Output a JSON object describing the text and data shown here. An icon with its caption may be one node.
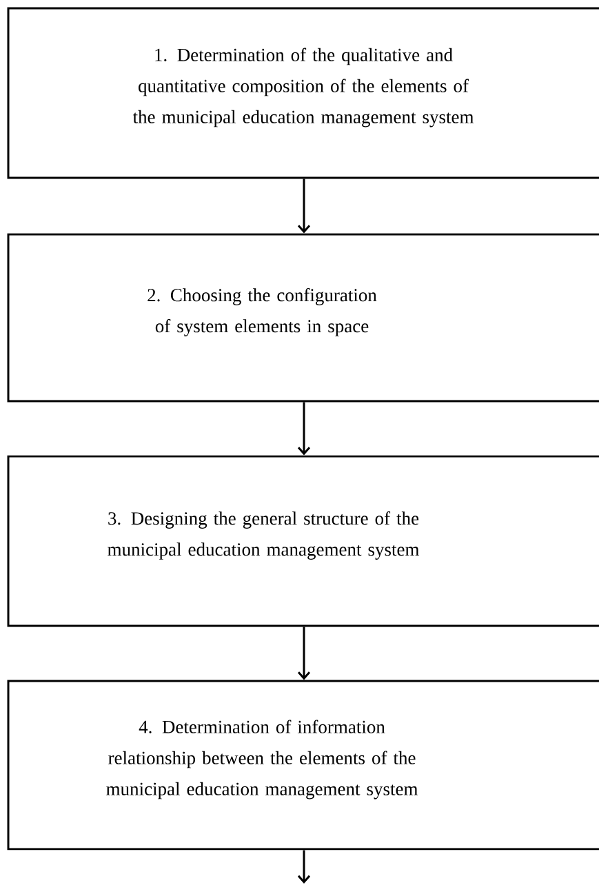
{
  "diagram": {
    "nodes": [
      {
        "text": [
          "1. Determination of the qualitative and quantitative composition of the elements of the municipal education management system"
        ]
      },
      {
        "text": [
          "2. Choosing the configuration of system elements in space"
        ]
      },
      {
        "text": [
          "3. Designing the general structure of the municipal education management system"
        ]
      },
      {
        "text": [
          "4. Determination of information relationship between the elements of the municipal education management system"
        ]
      }
    ],
    "edges": [
      {
        "from": 0,
        "to": 1,
        "arrow": "to"
      },
      {
        "from": 1,
        "to": 2,
        "arrow": "to"
      },
      {
        "from": 2,
        "to": 3,
        "arrow": "to"
      },
      {
        "from": 3,
        "to": null,
        "arrow": "to"
      }
    ]
  }
}
